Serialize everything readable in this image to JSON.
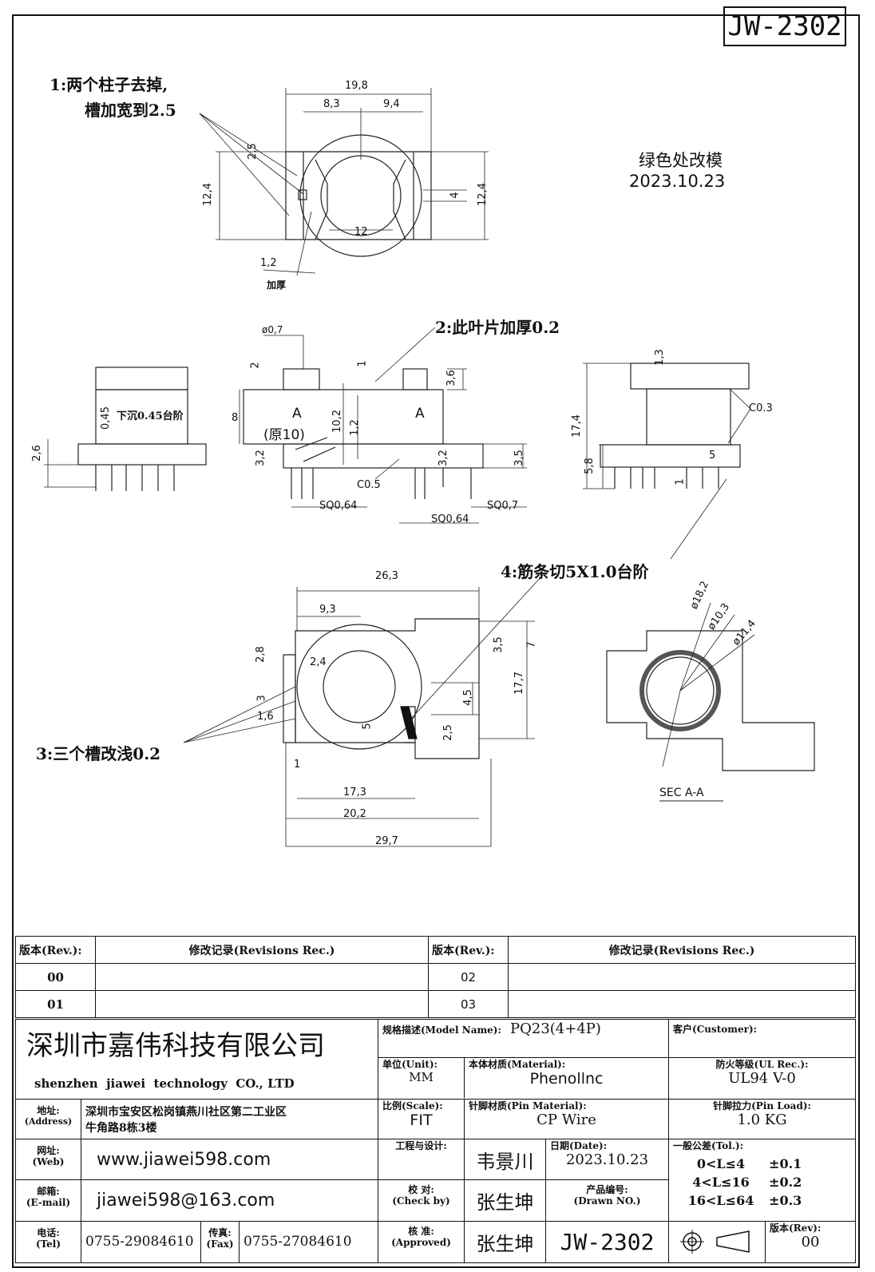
{
  "drawing_no": "JW-2302",
  "notes": {
    "n1_line1": "1:两个柱子去掉,",
    "n1_line2": "槽加宽到2.5",
    "n2": "2:此叶片加厚0.2",
    "n3": "3:三个槽改浅0.2",
    "n4": "4:筋条切5X1.0台阶",
    "green": "绿色处改模",
    "green_date": "2023.10.23",
    "jiahou": "加厚",
    "xiachen": "下沉0.45台阶",
    "yuan": "(原10)",
    "sec": "SEC A-A"
  },
  "dims": {
    "top": [
      "19,8",
      "8,3",
      "9,4",
      "2,5",
      "12,4",
      "12",
      "4",
      "12,4",
      "1,2"
    ],
    "front": [
      "ø0,7",
      "2",
      "1",
      "3,6",
      "8",
      "10,2",
      "1,2",
      "3,2",
      "3,2",
      "3,5",
      "C0.5",
      "SQ0,64",
      "SQ0,64",
      "SQ0,7"
    ],
    "left": [
      "0,45",
      "2,6"
    ],
    "right": [
      "1,3",
      "17,4",
      "C0.3",
      "5,8",
      "5",
      "1"
    ],
    "bottom": [
      "26,3",
      "9,3",
      "2,8",
      "2,4",
      "3",
      "1,6",
      "1",
      "5",
      "17,3",
      "20,2",
      "29,7",
      "3,5",
      "7",
      "17,7",
      "4,5",
      "2,5"
    ],
    "sec": [
      "ø18,2",
      "ø10,3",
      "ø11,4"
    ],
    "label_A": "A"
  },
  "revisions": {
    "h_rev": "版本(Rev.):",
    "h_rec": "修改记录(Revisions Rec.)",
    "rows": [
      {
        "left": "00",
        "right": "02"
      },
      {
        "left": "01",
        "right": "03"
      }
    ]
  },
  "title_block": {
    "company_cn": "深圳市嘉伟科技有限公司",
    "company_en": "shenzhen  jiawei  technology  CO., LTD",
    "model_label": "规格描述(Model Name):",
    "model_value": "PQ23(4+4P)",
    "customer_label": "客户(Customer):",
    "unit_label": "单位(Unit):",
    "unit_value": "MM",
    "material_label": "本体材质(Material):",
    "material_value": "Phenollnc",
    "ul_label": "防火等级(UL Rec.):",
    "ul_value": "UL94 V-0",
    "address_label": "地址:",
    "address_label_en": "(Address)",
    "address_line1": "深圳市宝安区松岗镇燕川社区第二工业区",
    "address_line2": "牛角路8栋3楼",
    "scale_label": "比例(Scale):",
    "scale_value": "FIT",
    "pin_mat_label": "针脚材质(Pin Material):",
    "pin_mat_value": "CP Wire",
    "pin_load_label": "针脚拉力(Pin Load):",
    "pin_load_value": "1.0 KG",
    "web_label": "网址:",
    "web_label_en": "(Web)",
    "web_value": "www.jiawei598.com",
    "design_label": "工程与设计:",
    "design_value": "韦景川",
    "date_label": "日期(Date):",
    "date_value": "2023.10.23",
    "tol_label": "一般公差(Tol.):",
    "tol_rows": [
      {
        "range": "0<L≤4",
        "tol": "±0.1"
      },
      {
        "range": "4<L≤16",
        "tol": "±0.2"
      },
      {
        "range": "16<L≤64",
        "tol": "±0.3"
      }
    ],
    "email_label": "邮箱:",
    "email_label_en": "(E-mail)",
    "email_value": "jiawei598@163.com",
    "check_label": "校  对:",
    "check_label_en": "(Check by)",
    "check_value": "张生坤",
    "drawn_label": "产品编号:",
    "drawn_label_en": "(Drawn NO.)",
    "tel_label": "电话:",
    "tel_label_en": "(Tel)",
    "tel_value": "0755-29084610",
    "fax_label": "传真:",
    "fax_label_en": "(Fax)",
    "fax_value": "0755-27084610",
    "approve_label": "核  准:",
    "approve_label_en": "(Approved)",
    "approve_value": "张生坤",
    "part_no": "JW-2302",
    "rev_label": "版本(Rev):",
    "rev_value": "00"
  }
}
